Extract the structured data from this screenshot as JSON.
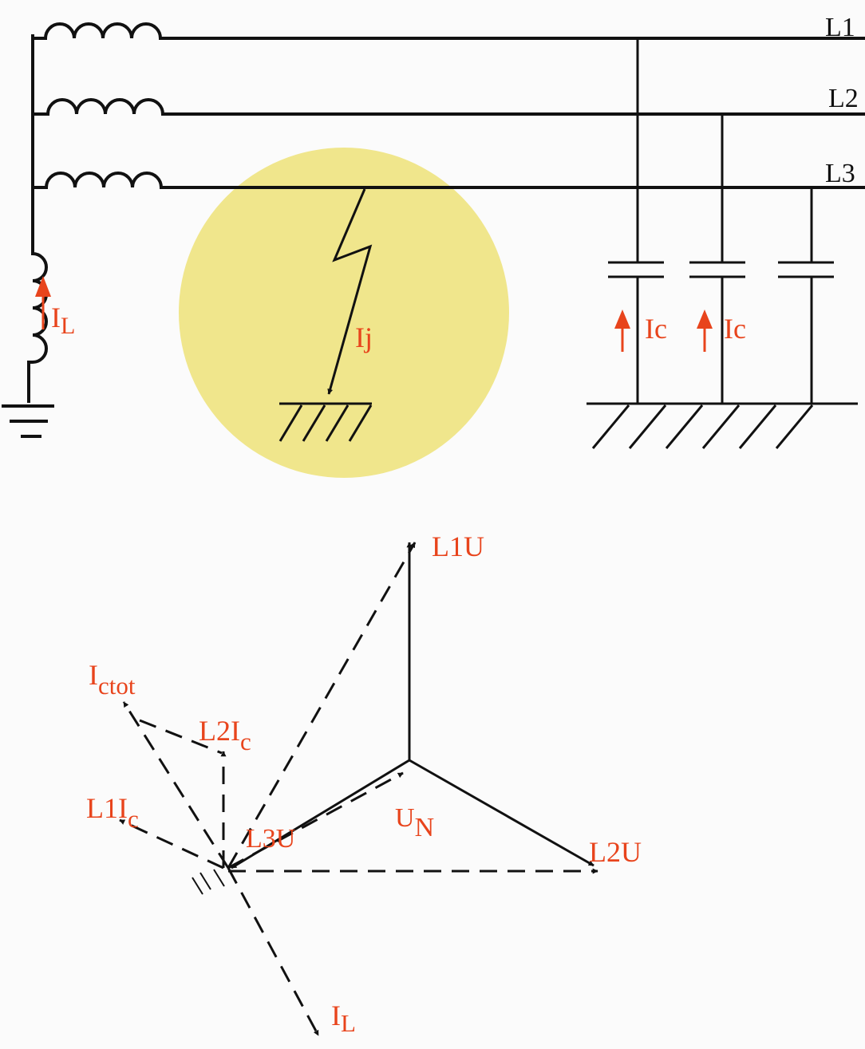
{
  "colors": {
    "background": "#fbfbfb",
    "wire": "#111111",
    "label_red": "#e8441c",
    "fault_zone": "#f0e68c"
  },
  "circuit": {
    "lines": [
      "L1",
      "L2",
      "L3"
    ],
    "inductor_current": {
      "main": "I",
      "sub": "L"
    },
    "fault_current": "Ij",
    "capacitive_current_1": "Ic",
    "capacitive_current_2": "Ic"
  },
  "phasor": {
    "l1u": "L1U",
    "l2u": "L2U",
    "l3u": "L3U",
    "un": {
      "main": "U",
      "sub": "N"
    },
    "ictot": {
      "main": "I",
      "sub": "ctot"
    },
    "l2ic": {
      "main": "L2I",
      "sub": "c"
    },
    "l1ic": {
      "main": "L1I",
      "sub": "c"
    },
    "il": {
      "main": "I",
      "sub": "L"
    }
  }
}
